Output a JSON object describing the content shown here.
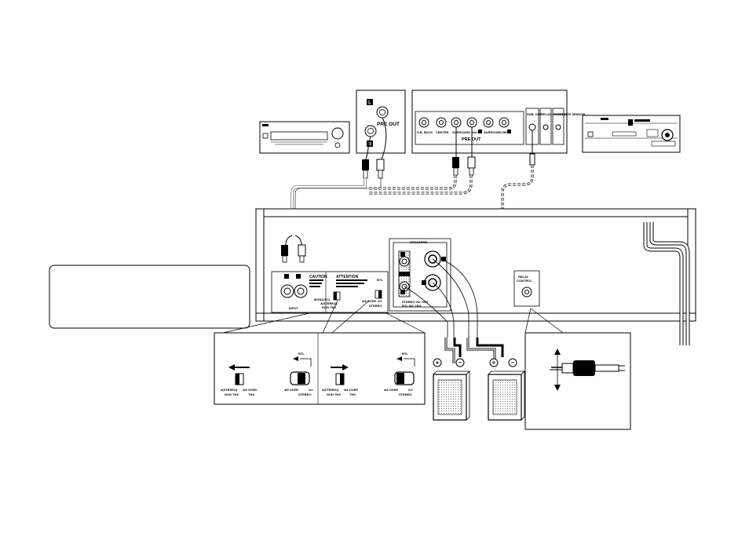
{
  "pre_out_box": {
    "title": "PRE OUT",
    "left_badge": "L",
    "right_badge": "R"
  },
  "preamp_rear": {
    "jack_labels": [
      "S.B. BACK",
      "CENTER",
      "SURROUND BACK",
      "SURROUND BK"
    ],
    "group_label": "PRE OUT",
    "extra_labels": [
      "SUB. OUT",
      "RELAY CONTROL",
      "IR REMOTE SENSOR"
    ]
  },
  "amp_rear": {
    "input_label": "INPUT",
    "monostl_label": "MONO/STL",
    "caution_title": "CAUTION",
    "attention_title": "ATTENTION",
    "btl_label": "BTL",
    "switch_labels": [
      "2(STEREO)\nNON THX",
      "4/8 OVER\nTHX",
      "4/8 OVER\nBTL",
      "2/2\nSTEREO"
    ],
    "speakers_label": "SPEAKERS",
    "stereo_note": "STEREO 4Ω~16Ω\nBTL 8Ω~16Ω",
    "relay_label": "RELAY\nCONTROL"
  },
  "switch_detail": {
    "btl_label": "BTL",
    "left_panel": {
      "switch1_left": "2(STEREO)",
      "switch1_left_sub": "NON THX",
      "switch1_right": "4/8 OVER",
      "switch1_right_sub": "THX",
      "switch2_left": "4/8 OVER",
      "switch2_right": "2/2",
      "switch2_sub": "STEREO"
    },
    "right_panel": {
      "switch1_left": "2(STEREO)",
      "switch1_left_sub": "NON THX",
      "switch1_right": "4/8 OVER",
      "switch1_right_sub": "THX",
      "switch2_left": "4/8 OVER",
      "switch2_right": "2/2",
      "switch2_sub": "STEREO"
    }
  },
  "speaker_polarity": {
    "plus": "+",
    "minus": "−"
  }
}
